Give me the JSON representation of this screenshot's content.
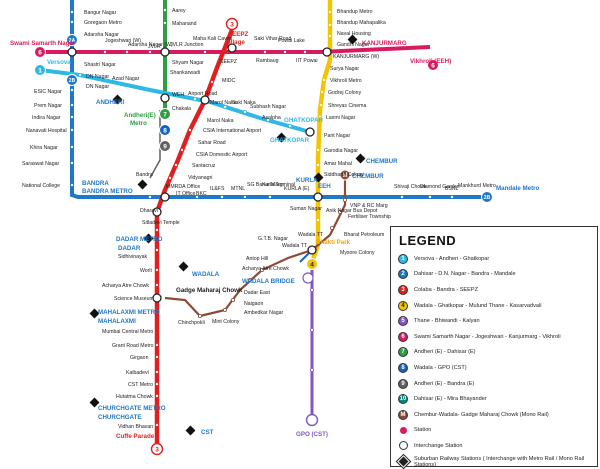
{
  "colors": {
    "line1": "#2fb8e6",
    "line2": "#1f78c8",
    "line3": "#e02020",
    "line4": "#f5c400",
    "line5": "#7e57c2",
    "line6": "#d81b60",
    "line7": "#2e9e42",
    "line8": "#1565c0",
    "line9": "#616161",
    "line10": "#00897b",
    "line11": "#6d4c41",
    "monorail": "#8d4a36"
  },
  "line_badges": {
    "b6": "6",
    "b1": "1",
    "b2a": "2A",
    "b2b": "2B",
    "b7": "7",
    "b8": "8",
    "b9": "9",
    "b3top": "3",
    "b3bot": "3",
    "b4": "4",
    "b6r": "6",
    "b2b2": "2B",
    "b10": "10",
    "b11": "11",
    "bM": "M"
  },
  "stations": {
    "bangur": "Bangur Nagar",
    "goregaon": "Goregaon Metro",
    "adarsha": "Adarsha Nagar",
    "swami": "Swami Samarth Nagar",
    "versova": "Versova",
    "dn_top": "DN Nagar",
    "dn_bot": "DN Nagar",
    "shastri": "Shastri Nagar",
    "azad": "Azad Nagar",
    "esic": "ESIC Nagar",
    "prem": "Prem Nagar",
    "indira": "Indira Nagar",
    "nanavati": "Nanavati Hospital",
    "khira": "Khira Nagar",
    "saraswat": "Saraswat Nagar",
    "national": "National College",
    "bandra": "BANDRA",
    "bandra_metro": "BANDRA METRO",
    "aarey": "Aarey",
    "mahanand": "Mahanand",
    "jogeshwari": "Jogeshwari (W)",
    "adarsha2": "Adarsha Nagar (W)",
    "jvlr": "JVLR",
    "jvlr_junc": "JVLR Junction",
    "shyam": "Shyam Nagar",
    "shankarwadi": "Shankarwadi",
    "andheri": "ANDHERI",
    "andheri_e": "Andheri(E)",
    "andheri_metro": "Metro",
    "mahakali": "Maha Kali Caves",
    "seepz": "SEEPZ",
    "seepz_village": "Village",
    "sakivihar": "Saki Vihar Road",
    "ramabaug": "Rambaug",
    "powai": "Powai Lake",
    "iit": "IIT Powai",
    "midc": "MIDC",
    "seepz2": "SEEPZ",
    "weh": "WEH",
    "airport": "Airport Road",
    "marol": "Marol Naka",
    "marol2": "Marol Naka",
    "saki": "Saki Naka",
    "subhash": "Subhash Nagar",
    "asalpha": "Asalpha",
    "chakala": "Chakala",
    "csia_intl": "CSIA International Airport",
    "sahar": "Sahar Road",
    "csia_dom": "CSIA Domestic Airport",
    "santacruz": "Santacruz",
    "vidyanagri": "Vidyanagri",
    "ghatkopar": "GHATKOPAR",
    "ghatkopar2": "GHATKOPAR",
    "kurla": "KURLA",
    "kurla2": "KURLA (E)",
    "eeh": "EEH",
    "bandra_st": "Bandra",
    "mmrda": "MMRDA Office",
    "itoffice": "IT Office",
    "bkc": "BKC",
    "ilfs": "IL&FS",
    "mtnl": "MTNL",
    "sgbarve": "SG Barve Marg",
    "kurla_term": "Kurla Terminal",
    "bhandup": "Bhandup Metro",
    "bhandup_mahapalika": "Bhandup Mahapalika",
    "naval": "Naval Housing",
    "gandhi": "Gandhi Nagar",
    "kanjurmarg": "KANJURMARG",
    "kanjur_west": "KANJURMARG (W)",
    "vikhroli": "Vikhroli (EEH)",
    "suryanagar": "Surya Nagar",
    "vikhroli_metro": "Vikhroli Metro",
    "godrej": "Godrej Colony",
    "shreyas": "Shreyas Cinema",
    "laxmi": "Laxmi Nagar",
    "pantnagar": "Pant Nagar",
    "garodia": "Garodia Nagar",
    "amar": "Amar Mahal",
    "chembur": "CHEMBUR",
    "chembur2": "CHEMBUR",
    "siddharth": "Siddharth Colony",
    "shivaji": "Shivaji Chowk",
    "diamond": "Diamond Garden",
    "bsnl": "BSNL",
    "mankhurd": "Mankhurd Metro",
    "mandale": "Mandale Metro",
    "dharavi": "Dharavi",
    "sitladevi": "Sitladevi Temple",
    "dadar_metro": "DADAR METRO",
    "dadar": "DADAR",
    "sidhivinayak": "Sidhivinayak",
    "worli": "Worli",
    "acharya": "Acharya Atre Chowk",
    "science": "Science Museum",
    "gadge": "Gadge Maharaj Chowk",
    "mahalaxmi_metro": "MAHALAXMI METRO",
    "mahalaxmi": "MAHALAXMI",
    "mumbai_central": "Mumbai Central Metro",
    "grant": "Grant Road Metro",
    "girgaon": "Girgaon",
    "kalbadevi": "Kalbadevi",
    "cst_metro": "CST Metro",
    "hutatma": "Hutatma Chowk",
    "churchgate_metro": "CHURCHGATE METRO",
    "churchgate": "CHURCHGATE",
    "vidhan": "Vidhan Bhavan",
    "cuffe": "Cuffe Parade",
    "cst": "CST",
    "suman": "Suman Nagar",
    "anik": "Anik Nagar Bus Depot",
    "vnp": "VNP & RC Marg",
    "fertiliser": "Fertiliser Township",
    "bharat": "Bharat Petroleum",
    "mysore": "Mysore Colony",
    "wadala_tt": "Wadala TT",
    "bhakti": "Bhakti Park",
    "wadala_tt2": "Wadala TT",
    "gtb": "G.T.B. Nagar",
    "antop": "Antop Hill",
    "acharya2": "Acharya Atre Chowk",
    "wadala": "WADALA",
    "wadala_bridge": "WADALA BRIDGE",
    "dadar_east": "Dadar East",
    "naigaon": "Naigaon",
    "ambedkar": "Ambedkar Nagar",
    "mint": "Mint Colony",
    "chinchpokli": "Chinchpokli",
    "gpo": "GPO (CST)"
  },
  "legend": {
    "title": "LEGEND",
    "items": [
      {
        "badge": "1",
        "color": "#2fb8e6",
        "label": "Versova - Andheri - Ghatkopar"
      },
      {
        "badge": "2",
        "color": "#1f78c8",
        "label": "Dahisar - D.N. Nagar - Bandra - Mandale"
      },
      {
        "badge": "3",
        "color": "#e02020",
        "label": "Colaba - Bandra - SEEPZ"
      },
      {
        "badge": "4",
        "color": "#f5c400",
        "label": "Wadala - Ghatkopar - Mulund Thane - Kasarvadvali"
      },
      {
        "badge": "5",
        "color": "#7e57c2",
        "label": "Thane - Bhiwandi - Kalyan"
      },
      {
        "badge": "6",
        "color": "#d81b60",
        "label": "Swami Samarth Nagar - Jogeshwari - Kanjurmarg - Vikhroli"
      },
      {
        "badge": "7",
        "color": "#2e9e42",
        "label": "Andheri (E) - Dahisar (E)"
      },
      {
        "badge": "8",
        "color": "#1565c0",
        "label": "Wadala - GPO (CST)"
      },
      {
        "badge": "9",
        "color": "#616161",
        "label": "Andheri (E) - Bandra (E)"
      },
      {
        "badge": "10",
        "color": "#00897b",
        "label": "Dahisar (E) - Mira Bhayander"
      },
      {
        "badge": "M",
        "color": "#8d4a36",
        "label": "Chembur-Wadala- Gadge Maharaj Chowk (Mono Rail)"
      },
      {
        "badge": "",
        "color": "#d81b60",
        "label": "Station"
      },
      {
        "badge": "",
        "color": "#222222",
        "label": "Interchange Station"
      },
      {
        "badge": "",
        "color": "#222222",
        "label": "Suburban Railway Stations ( Interchange with Metro Rail / Mono Rail Stations)"
      }
    ]
  }
}
